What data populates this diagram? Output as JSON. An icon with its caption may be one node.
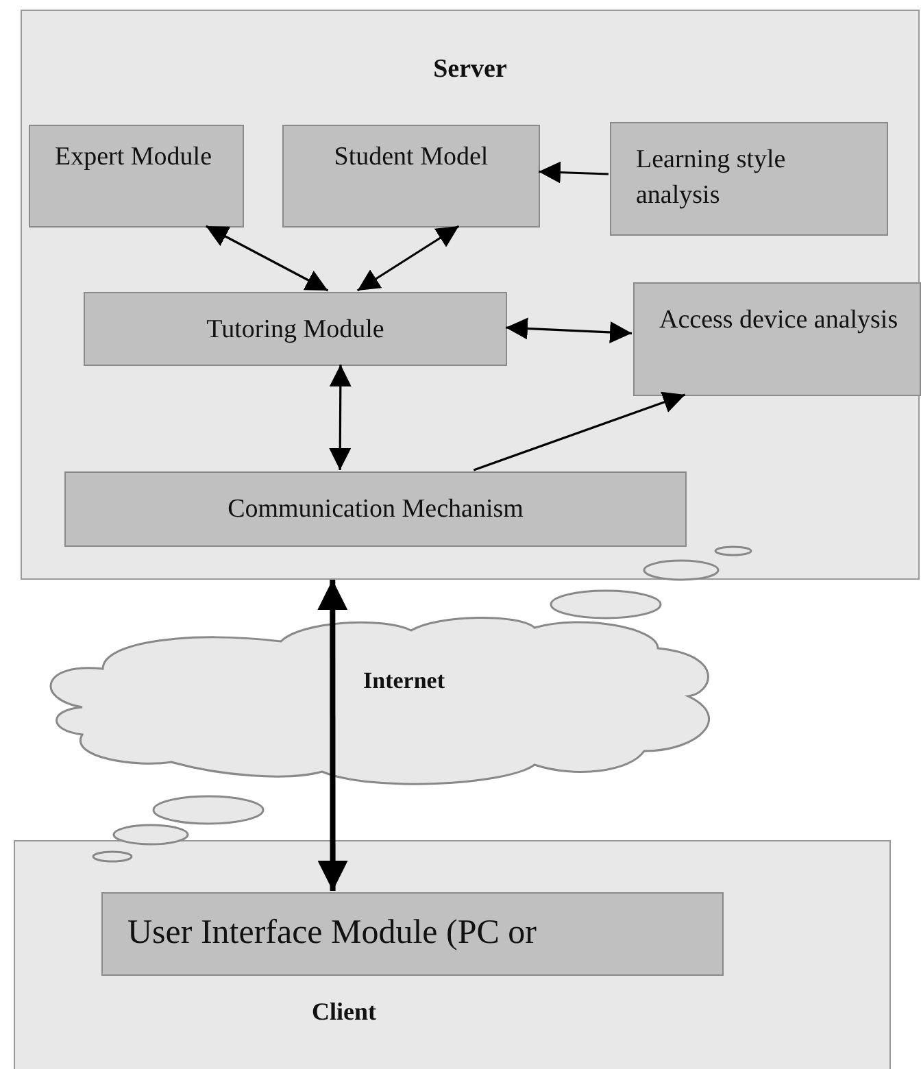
{
  "diagram": {
    "nodes": [
      {
        "text": [
          "Server"
        ]
      },
      {
        "text": [
          "Expert Module"
        ],
        "in": 0
      },
      {
        "text": [
          "Student Model"
        ],
        "in": 0
      },
      {
        "text": [
          "Learning style analysis"
        ],
        "in": 0
      },
      {
        "text": [
          "Tutoring Module"
        ],
        "in": 0
      },
      {
        "text": [
          "Access device analysis"
        ],
        "in": 0
      },
      {
        "text": [
          "Communication Mechanism"
        ],
        "in": 0
      },
      {
        "text": [
          "Client"
        ]
      },
      {
        "text": [
          "User Interface Module (PC or"
        ],
        "in": 7
      }
    ],
    "edges": [
      {
        "from": 1,
        "to": 4,
        "arrow": "both"
      },
      {
        "from": 2,
        "to": 4,
        "arrow": "both"
      },
      {
        "from": 3,
        "to": 2,
        "arrow": "to"
      },
      {
        "from": 4,
        "to": 5,
        "arrow": "both"
      },
      {
        "from": 4,
        "to": 6,
        "arrow": "both"
      },
      {
        "from": 6,
        "to": 5,
        "arrow": "to"
      },
      {
        "from": 0,
        "to": 8,
        "arrow": "both",
        "style": "thick"
      }
    ],
    "labels": [
      "Internet"
    ]
  }
}
